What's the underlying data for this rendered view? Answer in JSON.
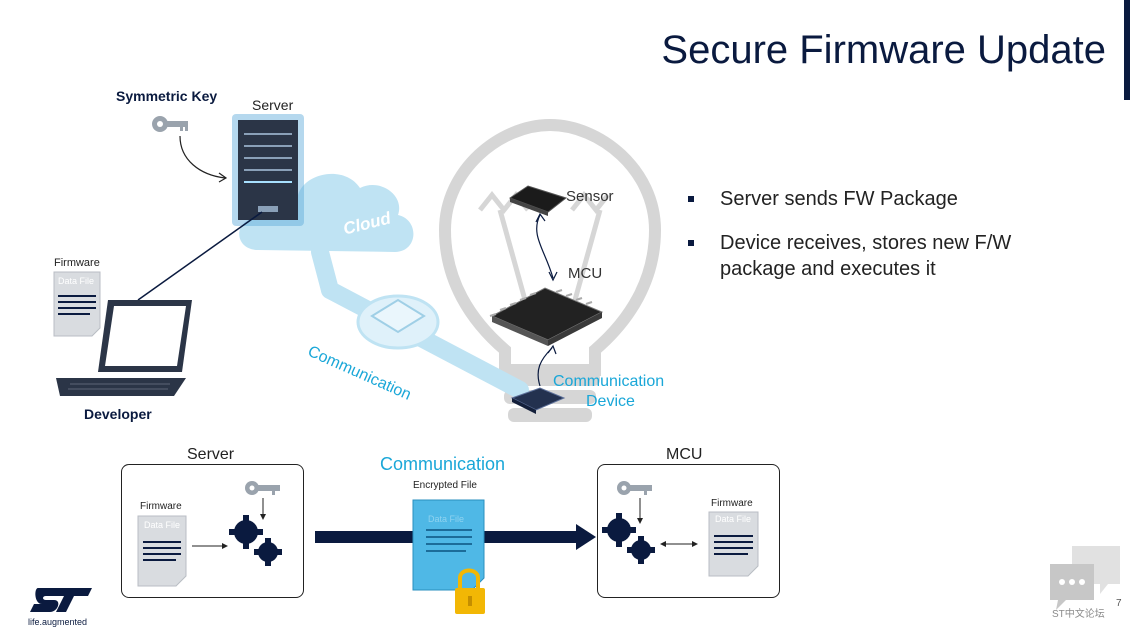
{
  "title": "Secure Firmware Update",
  "bullets": [
    "Server sends FW Package",
    "Device receives, stores new F/W package and executes it"
  ],
  "top_diagram": {
    "symmetric_key": "Symmetric Key",
    "server": "Server",
    "cloud": "Cloud",
    "firmware": "Firmware",
    "data_file": "Data File",
    "developer": "Developer",
    "communication": "Communication",
    "sensor": "Sensor",
    "mcu": "MCU",
    "comm_device_line1": "Communication",
    "comm_device_line2": "Device"
  },
  "bottom_flow": {
    "server": "Server",
    "firmware": "Firmware",
    "data_file": "Data File",
    "communication": "Communication",
    "encrypted_file": "Encrypted File",
    "encrypted_data_file": "Data File",
    "mcu": "MCU",
    "mcu_firmware": "Firmware",
    "mcu_data_file": "Data File"
  },
  "logo": {
    "tagline": "life.augmented"
  },
  "watermark": {
    "text": "ST中文论坛"
  },
  "page_number": "7",
  "colors": {
    "navy": "#0a1a3f",
    "cyan": "#1aa7d8",
    "light_blue": "#bfe3f3",
    "gold": "#f2b705"
  }
}
